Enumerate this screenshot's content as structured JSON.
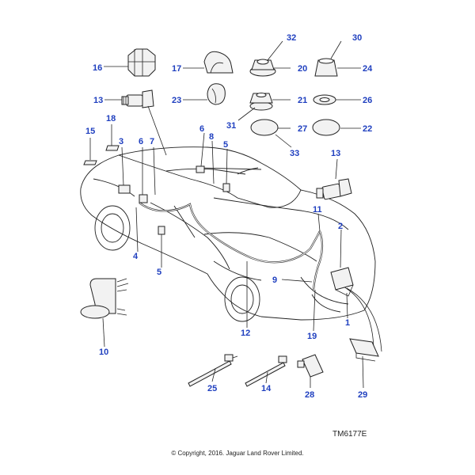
{
  "callouts": {
    "c1": "1",
    "c2": "2",
    "c3": "3",
    "c4": "4",
    "c5a": "5",
    "c5b": "5",
    "c6a": "6",
    "c6b": "6",
    "c7": "7",
    "c8": "8",
    "c9": "9",
    "c10": "10",
    "c11": "11",
    "c12": "12",
    "c13a": "13",
    "c13b": "13",
    "c14": "14",
    "c15": "15",
    "c16": "16",
    "c17": "17",
    "c18": "18",
    "c19": "19",
    "c20": "20",
    "c21": "21",
    "c22": "22",
    "c23": "23",
    "c24": "24",
    "c25": "25",
    "c26": "26",
    "c27": "27",
    "c28": "28",
    "c29": "29",
    "c30": "30",
    "c31": "31",
    "c32": "32",
    "c33": "33"
  },
  "reference_code": "TM6177E",
  "copyright": "© Copyright, 2016. Jaguar Land Rover Limited."
}
